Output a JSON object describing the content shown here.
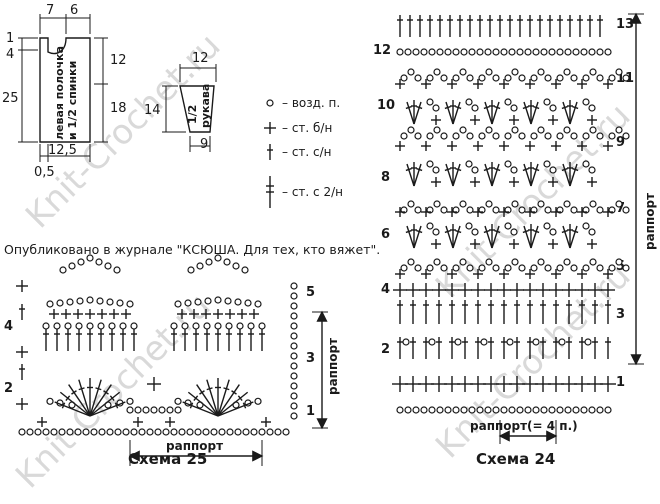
{
  "watermark": "Knit-Crochet.ru",
  "publication": "Опубликовано в журнале \"КСЮША. Для тех, кто вяжет\".",
  "pattern_left": {
    "dims_top": [
      "7",
      "6"
    ],
    "dims_left": [
      "1",
      "4",
      "25"
    ],
    "dims_right": [
      "12",
      "18"
    ],
    "dims_bottom": [
      "12,5",
      "0,5"
    ],
    "label_line1": "левая полочка",
    "label_line2": "и 1/2 спинки"
  },
  "pattern_sleeve": {
    "dim_top": "12",
    "dim_left": "14",
    "dim_bottom": "9",
    "label_line1": "1/2",
    "label_line2": "рукава"
  },
  "legend": [
    {
      "symbol": "chain",
      "text": "– возд. п."
    },
    {
      "symbol": "sc",
      "text": "– ст. б/н"
    },
    {
      "symbol": "dc",
      "text": "– ст. с/н"
    },
    {
      "symbol": "tr",
      "text": "– ст. с 2/н"
    }
  ],
  "scheme25": {
    "title": "Схема 25",
    "repeat_label": "раппорт",
    "rows_left": [
      "2",
      "4"
    ],
    "rows_right": [
      "1",
      "3",
      "5"
    ],
    "repeat_vertical": "раппорт"
  },
  "scheme24": {
    "title": "Схема 24",
    "repeat_label": "раппорт(= 4 п.)",
    "rows_left": [
      "2",
      "4",
      "6",
      "8",
      "10",
      "12"
    ],
    "rows_right": [
      "1",
      "3",
      "5",
      "7",
      "9",
      "11",
      "13"
    ],
    "repeat_vertical": "раппорт"
  }
}
